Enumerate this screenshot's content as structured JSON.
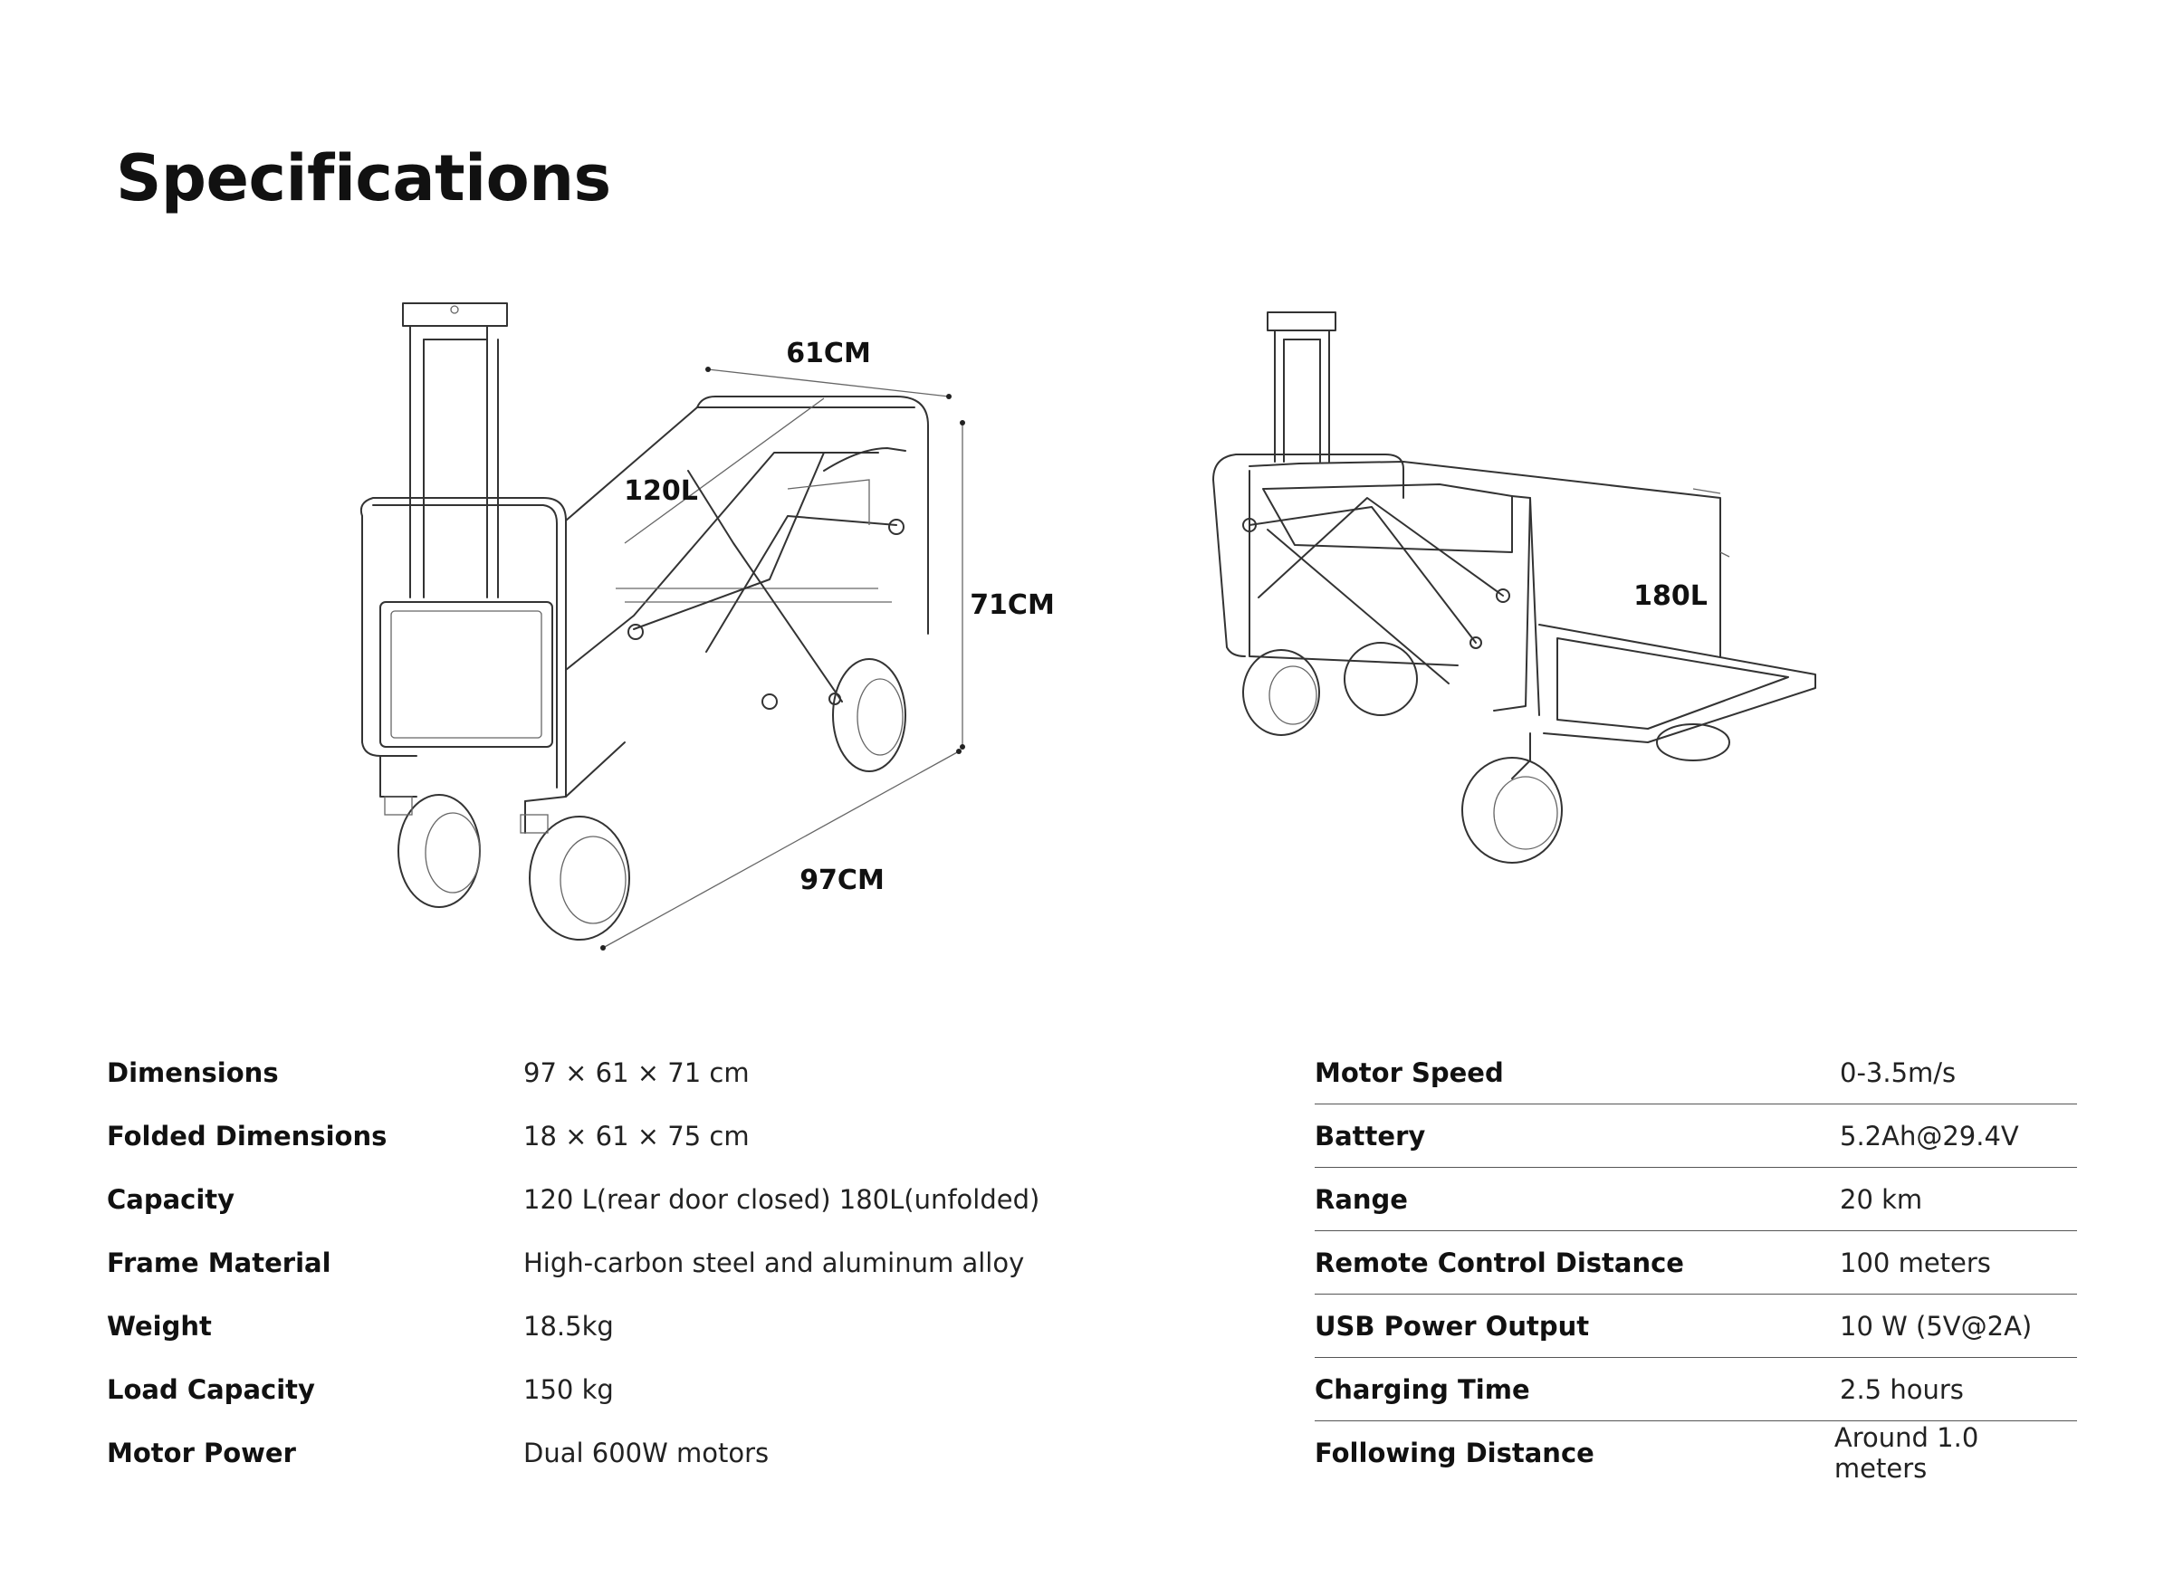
{
  "title": "Specifications",
  "diagram_left": {
    "width_label": "61CM",
    "height_label": "71CM",
    "length_label": "97CM",
    "volume_label": "120L"
  },
  "diagram_right": {
    "volume_label": "180L"
  },
  "specs_left": [
    {
      "label": "Dimensions",
      "value": "97 × 61 × 71 cm"
    },
    {
      "label": "Folded Dimensions",
      "value": "18 × 61 × 75 cm"
    },
    {
      "label": "Capacity",
      "value": "120 L(rear door closed) 180L(unfolded)"
    },
    {
      "label": "Frame Material",
      "value": "High-carbon steel and aluminum alloy"
    },
    {
      "label": "Weight",
      "value": "18.5kg"
    },
    {
      "label": "Load Capacity",
      "value": "150 kg"
    },
    {
      "label": "Motor Power",
      "value": "Dual 600W motors"
    }
  ],
  "specs_right": [
    {
      "label": "Motor Speed",
      "value": "0-3.5m/s"
    },
    {
      "label": "Battery",
      "value": "5.2Ah@29.4V"
    },
    {
      "label": "Range",
      "value": "20 km"
    },
    {
      "label": "Remote Control Distance",
      "value": "100 meters"
    },
    {
      "label": "USB Power Output",
      "value": "10 W (5V@2A)"
    },
    {
      "label": "Charging Time",
      "value": "2.5 hours"
    },
    {
      "label": "Following Distance",
      "value": "Around 1.0 meters"
    }
  ]
}
